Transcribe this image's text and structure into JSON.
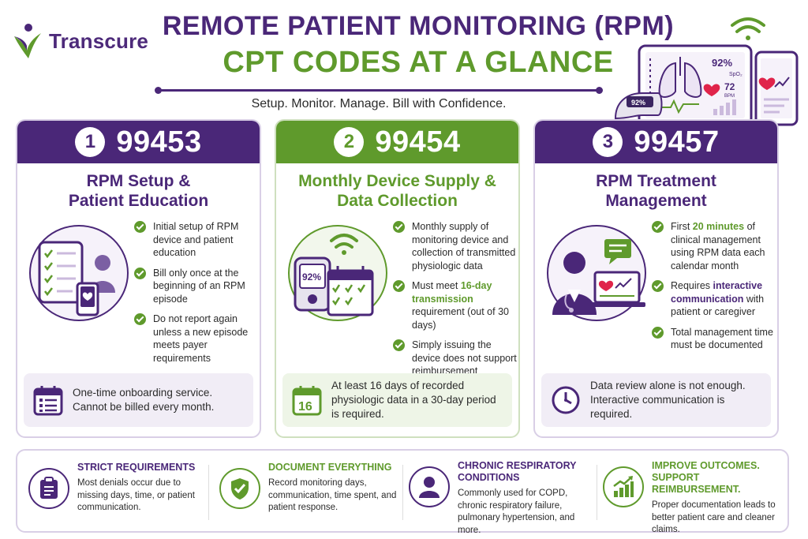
{
  "brand": {
    "name": "Transcure"
  },
  "header": {
    "title_line1": "REMOTE PATIENT MONITORING (RPM)",
    "title_line2": "CPT CODES AT A GLANCE",
    "tagline": "Setup. Monitor. Manage. Bill with Confidence."
  },
  "hero": {
    "spo2_value": "92%",
    "spo2_label": "SpO₂",
    "bpm_value": "72",
    "bpm_label": "BPM",
    "oximeter_value": "92%"
  },
  "cards": [
    {
      "number": "1",
      "code": "99453",
      "title_line1": "RPM Setup &",
      "title_line2": "Patient Education",
      "bullets": [
        {
          "text": "Initial setup of RPM device and patient education"
        },
        {
          "text": "Bill only once at the beginning of an RPM episode"
        },
        {
          "text": "Do not report again unless a new episode meets payer requirements"
        }
      ],
      "note": "One-time onboarding service. Cannot be billed every month."
    },
    {
      "number": "2",
      "code": "99454",
      "title_line1": "Monthly Device Supply &",
      "title_line2": "Data Collection",
      "device_value": "92%",
      "bullets": [
        {
          "text": "Monthly supply of monitoring device and collection of transmitted physiologic data"
        },
        {
          "pre": "Must meet ",
          "highlight": "16-day transmission",
          "post": " requirement (out of 30 days)"
        },
        {
          "text": "Simply issuing the device does not support reimbursement"
        }
      ],
      "note_icon_value": "16",
      "note": "At least 16 days of recorded physiologic data in a 30-day period is required."
    },
    {
      "number": "3",
      "code": "99457",
      "title_line1": "RPM Treatment",
      "title_line2": "Management",
      "bullets": [
        {
          "pre": "First ",
          "highlight": "20 minutes",
          "post": " of clinical management using RPM data each calendar month"
        },
        {
          "pre": "Requires ",
          "highlight": "interactive communication",
          "post": " with patient or caregiver"
        },
        {
          "text": "Total management time must be documented"
        }
      ],
      "note": "Data review alone is not enough. Interactive communication is required."
    }
  ],
  "features": [
    {
      "title": "STRICT REQUIREMENTS",
      "text": "Most denials occur due to missing days, time, or patient communication.",
      "icon": "clipboard-icon"
    },
    {
      "title": "DOCUMENT EVERYTHING",
      "text": "Record monitoring days, communication, time spent, and patient response.",
      "icon": "shield-check-icon"
    },
    {
      "title_line1": "CHRONIC RESPIRATORY",
      "title_line2": "CONDITIONS",
      "text": "Commonly used for COPD, chronic respiratory failure, pulmonary hypertension, and more.",
      "icon": "person-icon"
    },
    {
      "title_line1": "IMPROVE OUTCOMES.",
      "title_line2": "SUPPORT REIMBURSEMENT.",
      "text": "Proper documentation leads to better patient care and cleaner claims.",
      "icon": "growth-chart-icon"
    }
  ],
  "colors": {
    "purple": "#4a2778",
    "green": "#5f9a2c"
  }
}
